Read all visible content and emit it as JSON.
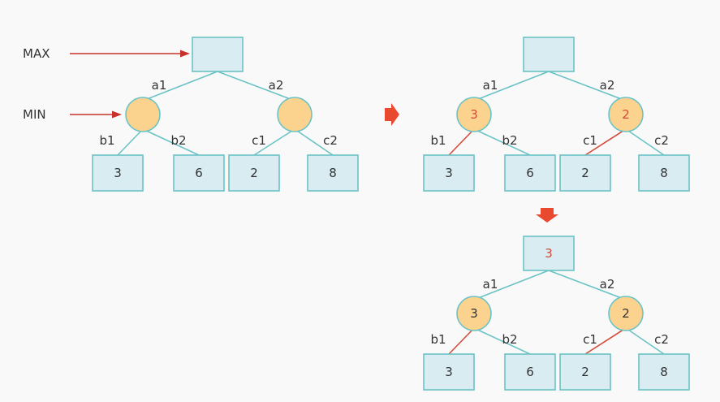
{
  "side_labels": {
    "max": "MAX",
    "min": "MIN"
  },
  "edge_labels": {
    "a1": "a1",
    "a2": "a2",
    "b1": "b1",
    "b2": "b2",
    "c1": "c1",
    "c2": "c2"
  },
  "trees": [
    {
      "id": "tree-initial",
      "root_value": "",
      "min_values": [
        "",
        ""
      ],
      "leaves": [
        "3",
        "6",
        "2",
        "8"
      ],
      "highlighted_min_edges": [],
      "highlight_min_values": false,
      "highlight_root_value": false
    },
    {
      "id": "tree-min-evaluated",
      "root_value": "",
      "min_values": [
        "3",
        "2"
      ],
      "leaves": [
        "3",
        "6",
        "2",
        "8"
      ],
      "highlighted_min_edges": [
        "b1",
        "c1"
      ],
      "highlight_min_values": true,
      "highlight_root_value": false
    },
    {
      "id": "tree-max-evaluated",
      "root_value": "3",
      "min_values": [
        "3",
        "2"
      ],
      "leaves": [
        "3",
        "6",
        "2",
        "8"
      ],
      "highlighted_min_edges": [
        "b1",
        "c1"
      ],
      "highlight_min_values": false,
      "highlight_root_value": true
    }
  ],
  "colors": {
    "box_fill": "#d8ecf1",
    "line": "#6cc3c6",
    "min_node_fill": "#fbd28e",
    "highlight": "#d44b3a",
    "step_arrow": "#e8492f"
  }
}
